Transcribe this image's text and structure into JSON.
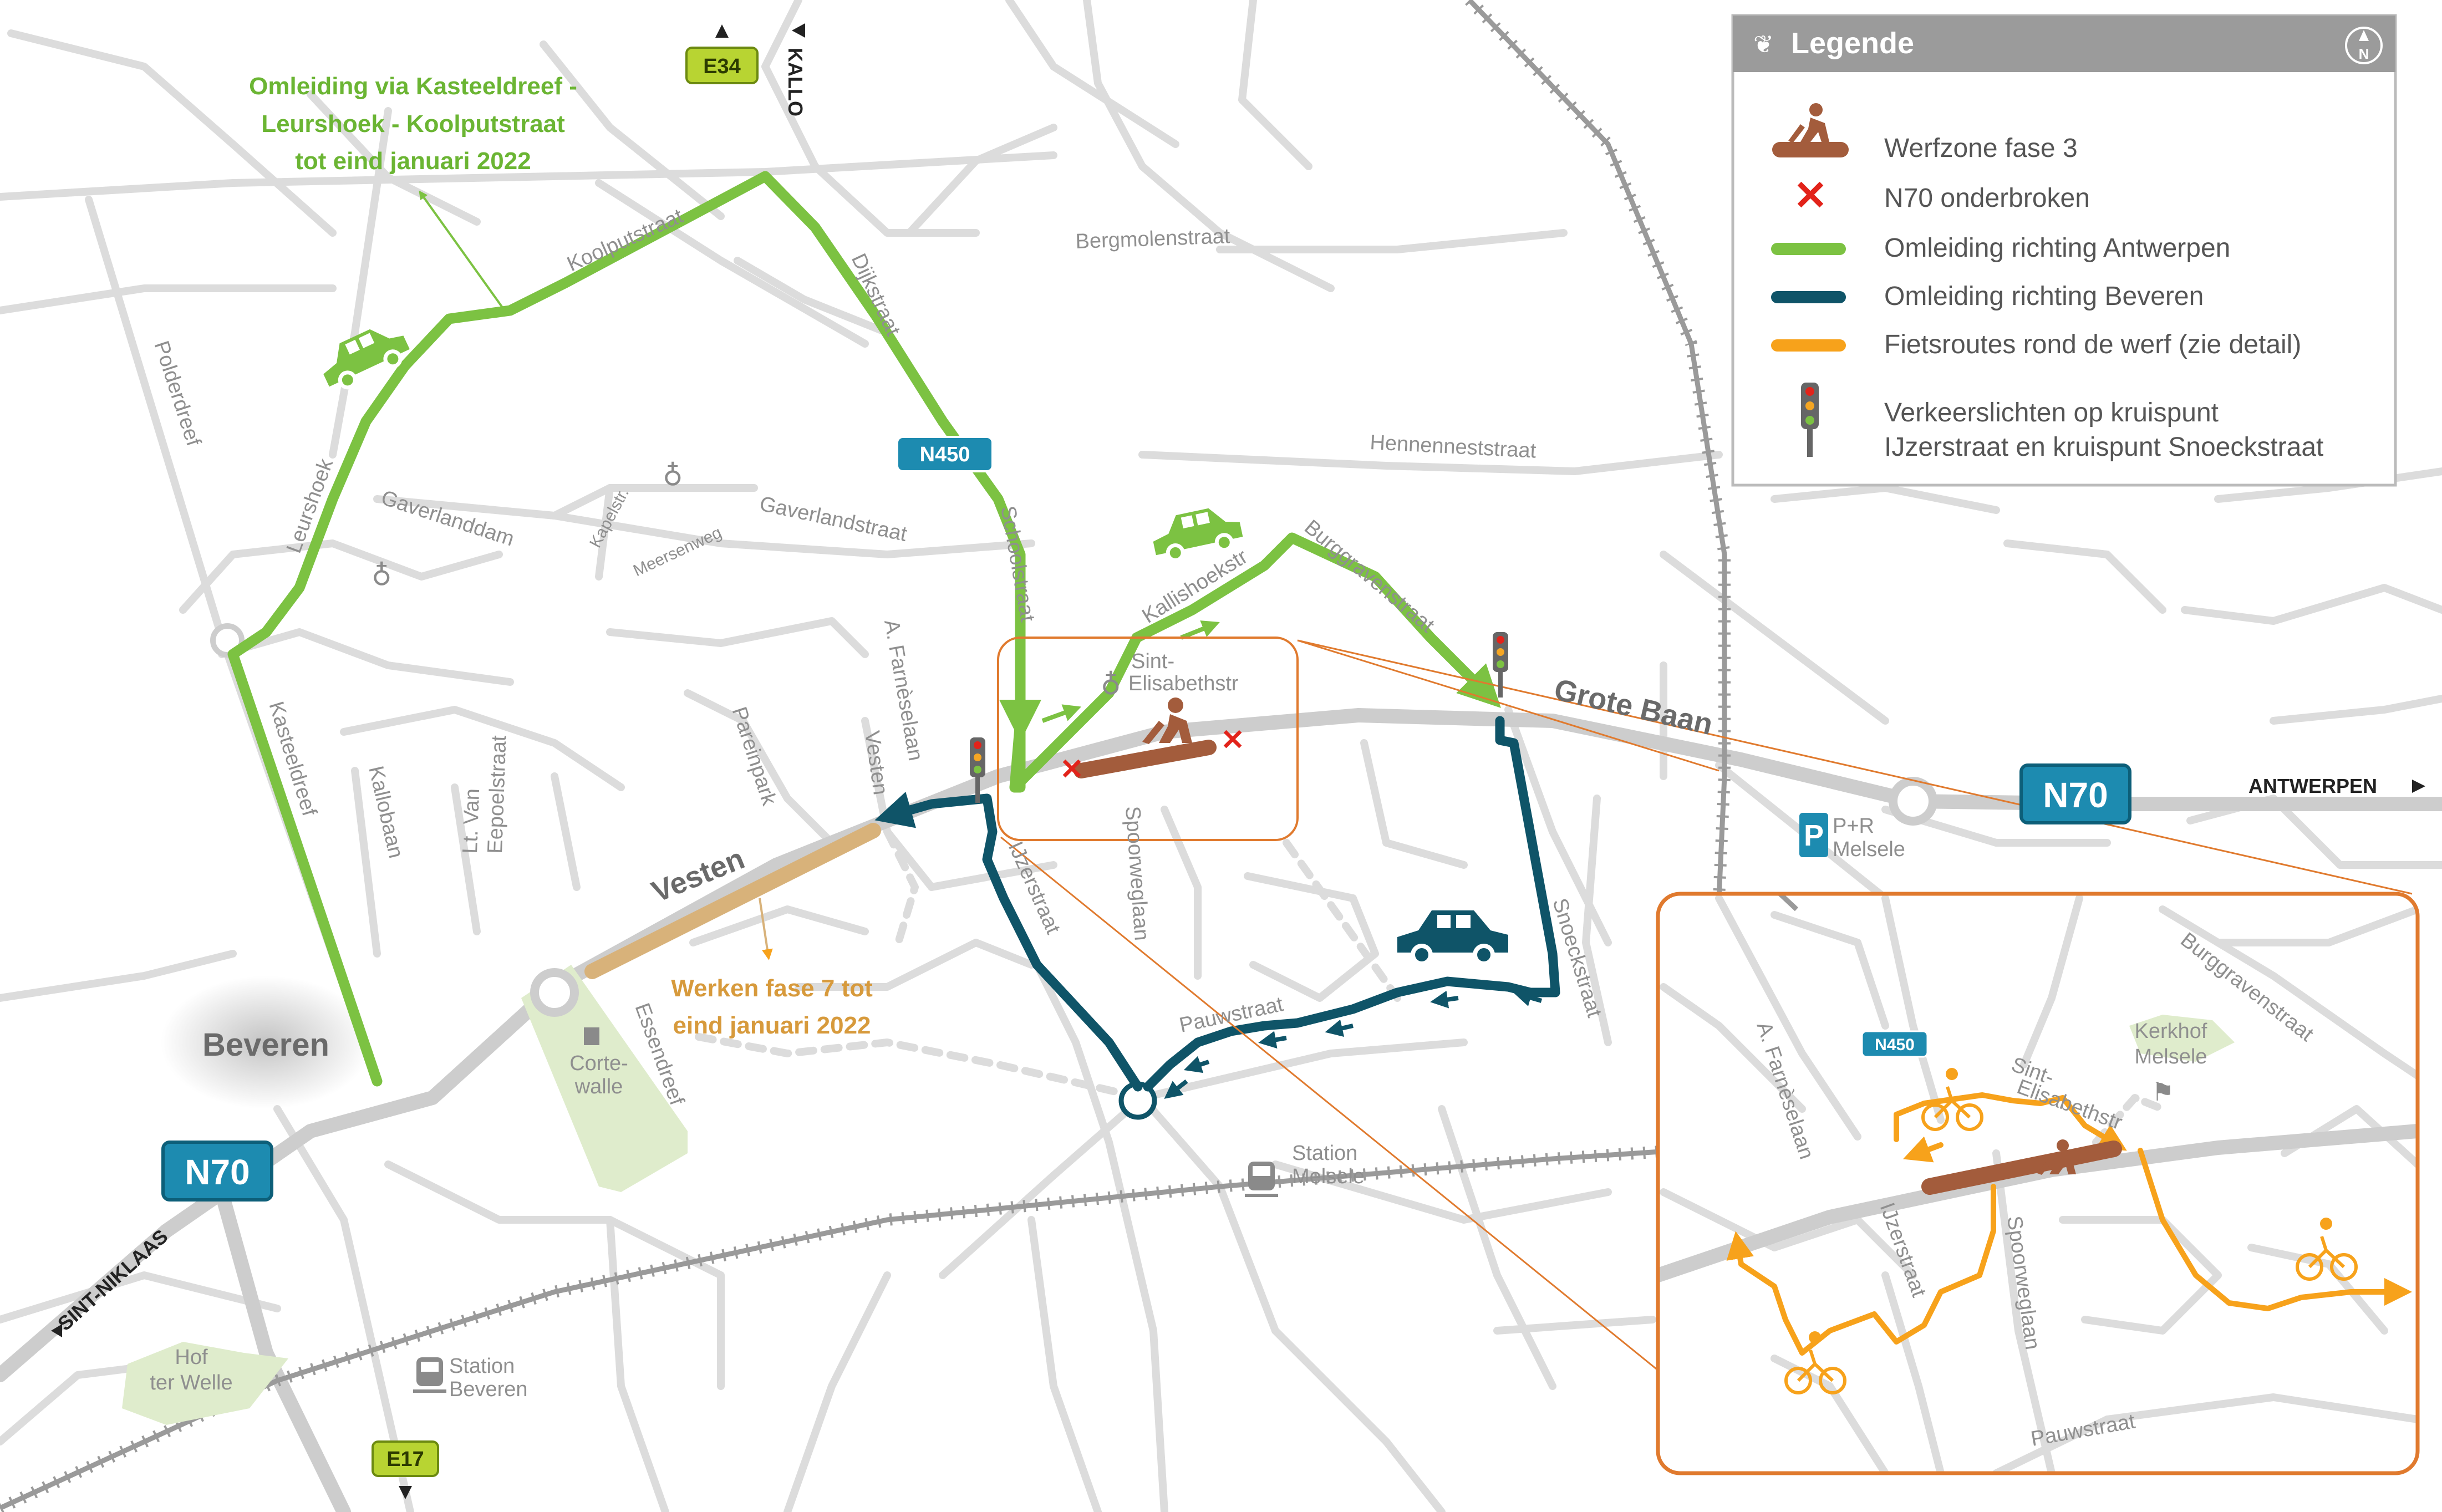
{
  "legend": {
    "title": "Legende",
    "items": [
      {
        "label": "Werfzone fase 3",
        "icon": "worker-icon"
      },
      {
        "label": "N70 onderbroken",
        "icon": "red-cross-icon"
      },
      {
        "label": "Omleiding richting Antwerpen",
        "icon": "green-line",
        "color": "#7cc242"
      },
      {
        "label": "Omleiding richting Beveren",
        "icon": "teal-line",
        "color": "#0f5468"
      },
      {
        "label": "Fietsroutes rond de werf (zie detail)",
        "icon": "orange-line",
        "color": "#f7a21b"
      },
      {
        "label": "Verkeerslichten op kruispunt",
        "icon": "traffic-light-icon"
      },
      {
        "label": "IJzerstraat en kruispunt Snoeckstraat"
      }
    ]
  },
  "annotations": {
    "green_detour_line1": "Omleiding via Kasteeldreef -",
    "green_detour_line2": "Leurshoek - Koolputstraat",
    "green_detour_line3": "tot eind januari 2022",
    "phase7_line1": "Werken fase 7 tot",
    "phase7_line2": "eind januari 2022"
  },
  "places": {
    "beveren": "Beveren",
    "grote_baan": "Grote Baan",
    "vesten": "Vesten",
    "cortewalle_1": "Corte-",
    "cortewalle_2": "walle",
    "hof_1": "Hof",
    "hof_2": "ter Welle",
    "station_beveren_1": "Station",
    "station_beveren_2": "Beveren",
    "station_melsele_1": "Station",
    "station_melsele_2": "Melsele",
    "pr_1": "P+R",
    "pr_2": "Melsele",
    "kerkhof_1": "Kerkhof",
    "kerkhof_2": "Melsele",
    "sint_elisabeth_1": "Sint-",
    "sint_elisabeth_2": "Elisabethstr",
    "sint_elisabeth_detail_1": "Sint-",
    "sint_elisabeth_detail_2": "Elisabethstr"
  },
  "streets": {
    "koolputstraat": "Koolputstraat",
    "dijkstraat": "Dijkstraat",
    "bergmolenstraat": "Bergmolenstraat",
    "hennenneststraat": "Hennenneststraat",
    "polderdreef": "Polderdreef",
    "leurshoek": "Leurshoek",
    "gaverlanddam": "Gaverlanddam",
    "kapelstr": "Kapelstr.",
    "meersenweg": "Meersenweg",
    "gaverlandstraat": "Gaverlandstraat",
    "schoolstraat": "Schoolstraat",
    "kallishoekstr": "Kallishoekstr",
    "burggravenstraat": "Burggravenstraat",
    "a_farneselaan": "A. Farnèselaan",
    "pareinpark": "Pareinpark",
    "vesten_small": "Vesten",
    "kasteeldreef": "Kasteeldreef",
    "kallobaan": "Kallobaan",
    "lt_van_1": "Lt. Van",
    "lt_van_2": "Eepoelstraat",
    "ijzerstraat": "IJzerstraat",
    "spoorweglaan": "Spoorweglaan",
    "pauwstraat": "Pauwstraat",
    "snoeckstraat": "Snoeckstraat",
    "essendreef": "Essendreef",
    "detail_burggravenstraat": "Burggravenstraat",
    "detail_a_farneselaan": "A. Farnèselaan",
    "detail_ijzerstraat": "IJzerstraat",
    "detail_spoorweglaan": "Spoorweglaan",
    "detail_pauwstraat": "Pauwstraat"
  },
  "shields": {
    "e34": "E34",
    "e17": "E17",
    "n450": "N450",
    "n450_detail": "N450",
    "n70_left": "N70",
    "n70_right": "N70"
  },
  "directions": {
    "kallo": "KALLO",
    "antwerpen": "ANTWERPEN",
    "sint_niklaas": "SINT-NIKLAAS"
  },
  "compass": "N",
  "colors": {
    "green_detour": "#7cc242",
    "teal_detour": "#0f5468",
    "bike_route": "#f7a21b",
    "werfzone": "#a35c3c",
    "phase7": "#d8b27a",
    "detail_frame": "#e07a2e",
    "shield_blue": "#1d8bb0",
    "shield_green": "#b8d432"
  }
}
